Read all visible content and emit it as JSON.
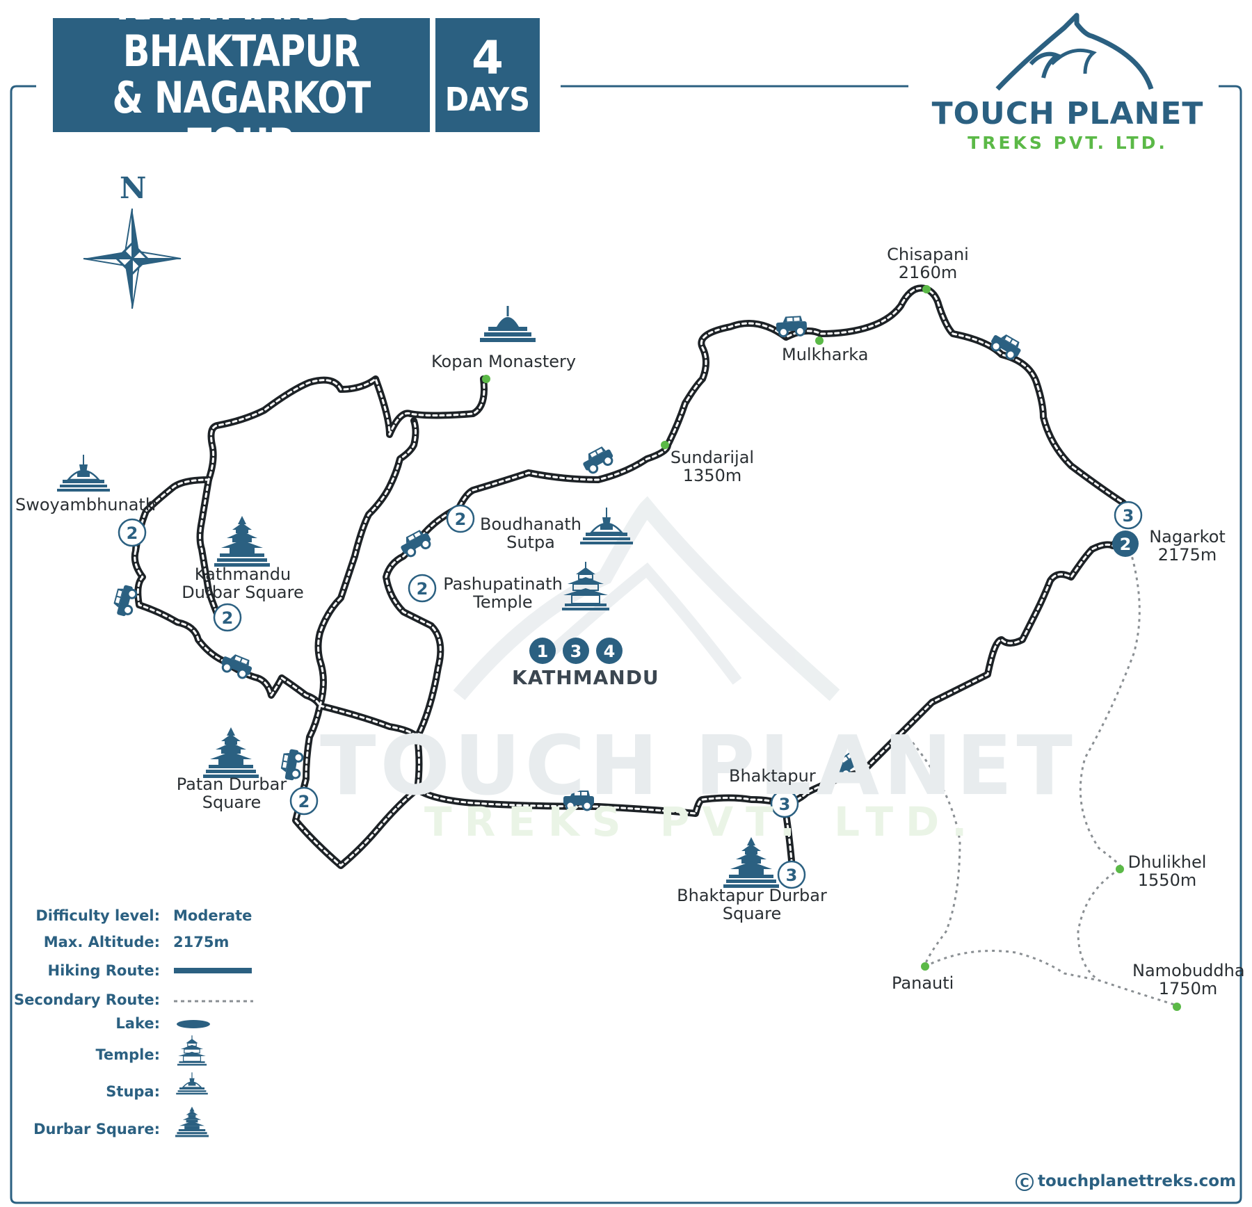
{
  "header": {
    "title_line1": "KATHMANDU BHAKTAPUR",
    "title_line2": "& NAGARKOT TOUR",
    "duration_number": "4",
    "duration_unit": "DAYS"
  },
  "brand": {
    "name": "TOUCH PLANET",
    "tagline": "TREKS PVT. LTD.",
    "watermark_name": "TOUCH PLANET",
    "watermark_tagline": "TREKS PVT. LTD."
  },
  "compass": {
    "label": "N"
  },
  "colors": {
    "primary": "#2b6081",
    "accent_green": "#5bb947",
    "route": "#1d2226",
    "secondary_route": "#8a8f93",
    "watermark": "#e8ecee"
  },
  "places": {
    "kopan": {
      "name": "Kopan Monastery"
    },
    "swoyambhunath": {
      "name": "Swoyambhunath",
      "day": "2"
    },
    "kathmandu_durbar": {
      "name_line1": "Kathmandu",
      "name_line2": "Durbar Square",
      "day": "2"
    },
    "patan_durbar": {
      "name_line1": "Patan Durbar",
      "name_line2": "Square",
      "day": "2"
    },
    "boudhanath": {
      "name_line1": "Boudhanath",
      "name_line2": "Sutpa",
      "day": "2"
    },
    "pashupatinath": {
      "name_line1": "Pashupatinath",
      "name_line2": "Temple",
      "day": "2"
    },
    "kathmandu": {
      "name": "KATHMANDU",
      "days": [
        "1",
        "3",
        "4"
      ]
    },
    "sundarijal": {
      "name": "Sundarijal",
      "altitude": "1350m"
    },
    "mulkharka": {
      "name": "Mulkharka"
    },
    "chisapani": {
      "name": "Chisapani",
      "altitude": "2160m"
    },
    "nagarkot": {
      "name": "Nagarkot",
      "altitude": "2175m",
      "day_arrive": "2",
      "day_depart": "3"
    },
    "bhaktapur": {
      "name": "Bhaktapur",
      "day": "3"
    },
    "bhaktapur_durbar": {
      "name_line1": "Bhaktapur Durbar",
      "name_line2": "Square",
      "day": "3"
    },
    "dhulikhel": {
      "name": "Dhulikhel",
      "altitude": "1550m"
    },
    "panauti": {
      "name": "Panauti"
    },
    "namobuddha": {
      "name": "Namobuddha",
      "altitude": "1750m"
    }
  },
  "legend": {
    "difficulty_label": "Difficulty level:",
    "difficulty_value": "Moderate",
    "altitude_label": "Max. Altitude:",
    "altitude_value": "2175m",
    "hiking_label": "Hiking Route:",
    "secondary_label": "Secondary Route:",
    "lake_label": "Lake:",
    "temple_label": "Temple:",
    "stupa_label": "Stupa:",
    "durbar_label": "Durbar Square:"
  },
  "footer": {
    "copyright_symbol": "C",
    "website": "touchplanettreks.com"
  }
}
